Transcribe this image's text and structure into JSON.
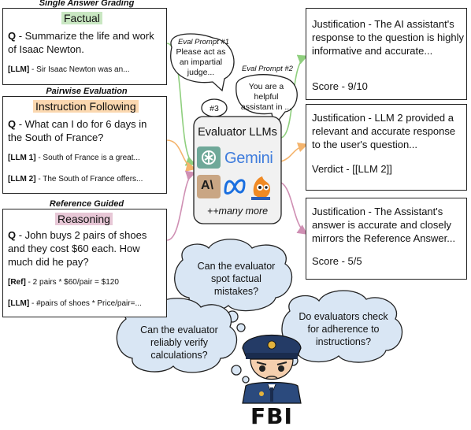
{
  "left": {
    "single": {
      "title": "Single Answer Grading",
      "tag": "Factual",
      "q_label": "Q",
      "q_text": " - Summarize the life and work of Isaac Newton.",
      "llm_label": "[LLM]",
      "llm_text": " - Sir Isaac Newton was an..."
    },
    "pairwise": {
      "title": "Pairwise Evaluation",
      "tag": "Instruction Following",
      "q_label": "Q",
      "q_text": " - What can I do for 6 days in the South of France?",
      "llm1_label": "[LLM 1]",
      "llm1_text": " - South of France is a great...",
      "llm2_label": "[LLM 2]",
      "llm2_text": " - The South of France offers..."
    },
    "reference": {
      "title": "Reference Guided",
      "tag": "Reasoning",
      "q_label": "Q",
      "q_text": " - John buys 2 pairs of shoes and they cost $60 each.  How much did he pay?",
      "ref_label": "[Ref]",
      "ref_text": " - 2 pairs * $60/pair = $120",
      "llm_label": "[LLM]",
      "llm_text": " - #pairs of shoes * Price/pair=..."
    }
  },
  "center": {
    "prompt1_label": "Eval Prompt #1",
    "prompt2_label": "Eval Prompt #2",
    "prompt1_text": "Please act as an impartial judge...",
    "prompt2_text": "You are a helpful assistant in ...",
    "prompt3_label": "#3",
    "evaluator_title": "Evaluator LLMs",
    "gemini": "Gemini",
    "anthropic": "A\\",
    "more": "++many more"
  },
  "right": {
    "j1_text": "Justification - The AI assistant's response to the question is highly informative and accurate...",
    "j1_score": "Score - 9/10",
    "j2_text": "Justification - LLM 2 provided a relevant and accurate response to the user's question...",
    "j2_verdict": "Verdict - [[LLM 2]]",
    "j3_text": "Justification - The Assistant's answer is accurate and closely mirrors the Reference Answer...",
    "j3_score": "Score - 5/5"
  },
  "thoughts": {
    "t1": "Can the evaluator spot factual mistakes?",
    "t2": "Can the evaluator reliably verify calculations?",
    "t3": "Do evaluators check for adherence to instructions?"
  },
  "fbi_label": "FBI",
  "colors": {
    "factual": "#c9e7c2",
    "instruction": "#fbd8b0",
    "reasoning": "#e7c7d6",
    "arrow_green": "#8fcf7e",
    "arrow_orange": "#f4b46d",
    "arrow_pink": "#cf8fb3",
    "gemini_blue": "#3d7bdc"
  }
}
